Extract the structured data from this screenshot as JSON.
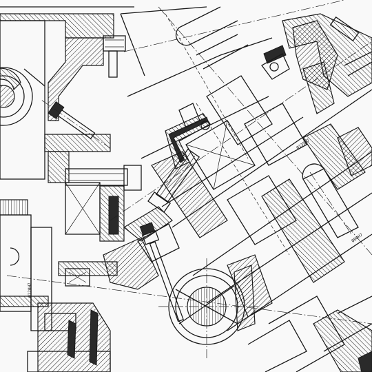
{
  "drawing": {
    "labels": [
      {
        "id": "label-shaft-top",
        "text": "Ø135H7"
      },
      {
        "id": "label-shaft-right",
        "text": "Ø80H7"
      },
      {
        "id": "label-bore-left",
        "text": "Ø120H7"
      }
    ]
  },
  "colors": {
    "line": "#1a1a1a",
    "background": "#f9f9f9"
  }
}
